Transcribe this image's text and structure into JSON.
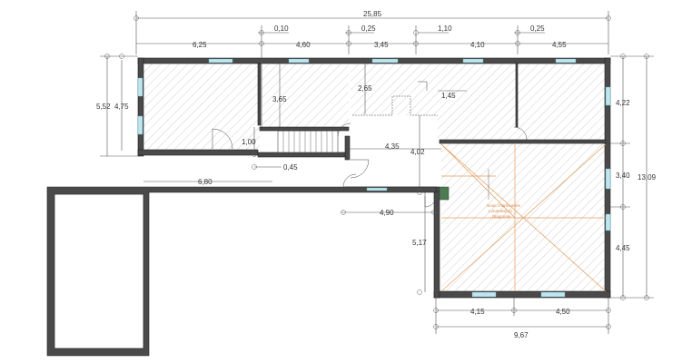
{
  "dimensions": {
    "overall_top": "25,85",
    "top_offsets": [
      "0,10",
      "0,25",
      "1,10",
      "0,25"
    ],
    "top_segments": [
      "6,25",
      "4,60",
      "3,45",
      "4,10",
      "4,55"
    ],
    "left_outer": "5,52",
    "left_inner": "4,75",
    "right_overall": "13,09",
    "right_segments": [
      "4,22",
      "3,40",
      "4,45"
    ],
    "inner": {
      "d365": "3,65",
      "d265": "2,65",
      "d145": "1,45",
      "d100": "1,00",
      "d045": "0,45",
      "d435": "4,35",
      "d402": "4,02",
      "d680": "6,80",
      "d490": "4,90",
      "d517": "5,17"
    },
    "bottom_segments": [
      "4,15",
      "4,50"
    ],
    "bottom_total": "9,67"
  },
  "annotation": {
    "line1": "Noue chantournée",
    "line2": "Lunaruta(no)",
    "line3": "Diagonale"
  },
  "colors": {
    "wall": "#4a4a4a",
    "hatch": "#cfcfcf",
    "window": "#bfe6ee",
    "roof_lines": "#e49a5a"
  }
}
